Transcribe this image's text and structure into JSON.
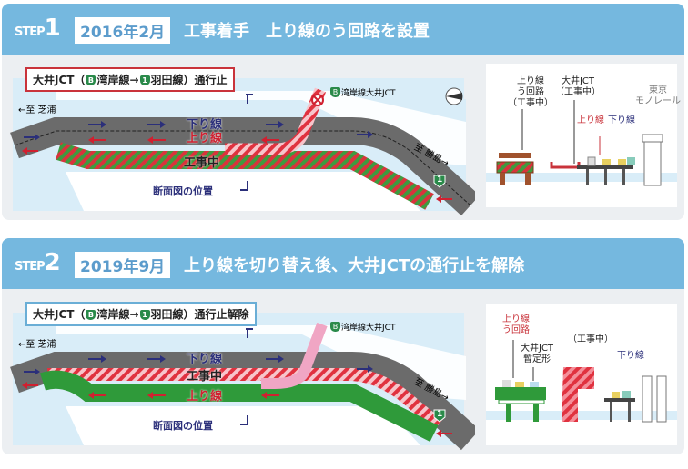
{
  "colors": {
    "header": "#75b8df",
    "down_line": "#2b2f7a",
    "up_line": "#c9333b",
    "construction_green": "#3a9a3a",
    "road": "#6b6b6b"
  },
  "steps": [
    {
      "step_word": "STEP",
      "step_num": "1",
      "date": "2016年2月",
      "title": "工事着手　上り線のう回路を設置",
      "callout": {
        "prefix": "大井JCT（",
        "shield_b": "B",
        "route_b": "湾岸線→",
        "shield_1": "1",
        "route_1": "羽田線）通行止"
      },
      "map": {
        "to_shibaura": "←至 芝浦",
        "to_katsushima": "至 勝島→",
        "jct": "湾岸線大井JCT",
        "jct_shield": "B",
        "down": "下り線",
        "up": "上り線",
        "work": "工事中",
        "section_pos": "断面図の位置",
        "route_shield": "1"
      },
      "cross": {
        "detour": "上り線\nう回路\n（工事中）",
        "jct": "大井JCT\n（工事中）",
        "monorail": "東京\nモノレール",
        "up": "上り線",
        "down": "下り線"
      }
    },
    {
      "step_word": "STEP",
      "step_num": "2",
      "date": "2019年9月",
      "title": "上り線を切り替え後、大井JCTの通行止を解除",
      "callout": {
        "prefix": "大井JCT（",
        "shield_b": "B",
        "route_b": "湾岸線→",
        "shield_1": "1",
        "route_1": "羽田線）通行止解除"
      },
      "map": {
        "to_shibaura": "←至 芝浦",
        "to_katsushima": "至 勝島→",
        "jct": "湾岸線大井JCT",
        "jct_shield": "B",
        "down": "下り線",
        "up": "上り線",
        "work": "工事中",
        "section_pos": "断面図の位置",
        "route_shield": "1"
      },
      "cross": {
        "detour": "上り線\nう回路",
        "jct": "大井JCT\n暫定形",
        "work": "（工事中）",
        "down": "下り線"
      }
    }
  ]
}
